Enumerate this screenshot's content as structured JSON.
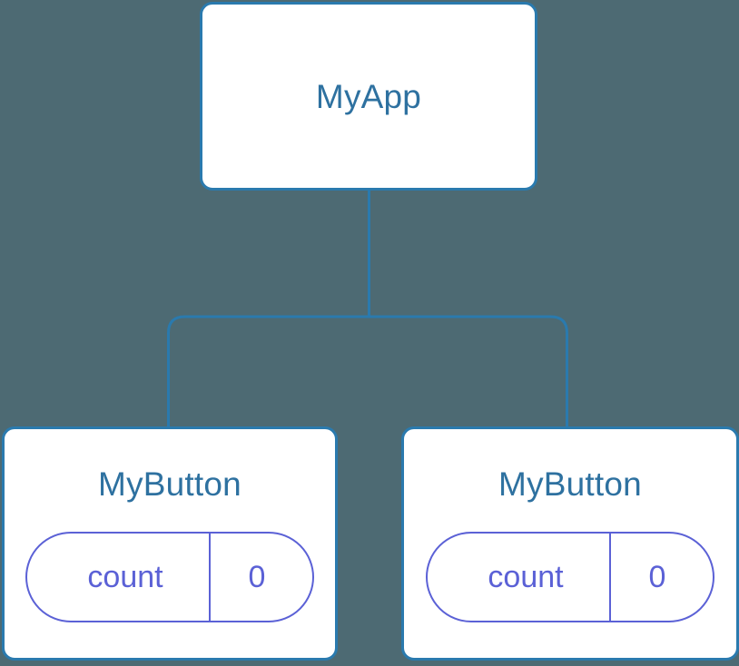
{
  "diagram": {
    "type": "component-tree",
    "background_color": "#4d6a73",
    "node_border_color": "#2a7aae",
    "node_title_color": "#2e71a0",
    "state_accent_color": "#5b61d6",
    "connector_color": "#2a7aae",
    "root": {
      "title": "MyApp"
    },
    "children": [
      {
        "title": "MyButton",
        "state": {
          "key": "count",
          "value": "0"
        }
      },
      {
        "title": "MyButton",
        "state": {
          "key": "count",
          "value": "0"
        }
      }
    ]
  }
}
